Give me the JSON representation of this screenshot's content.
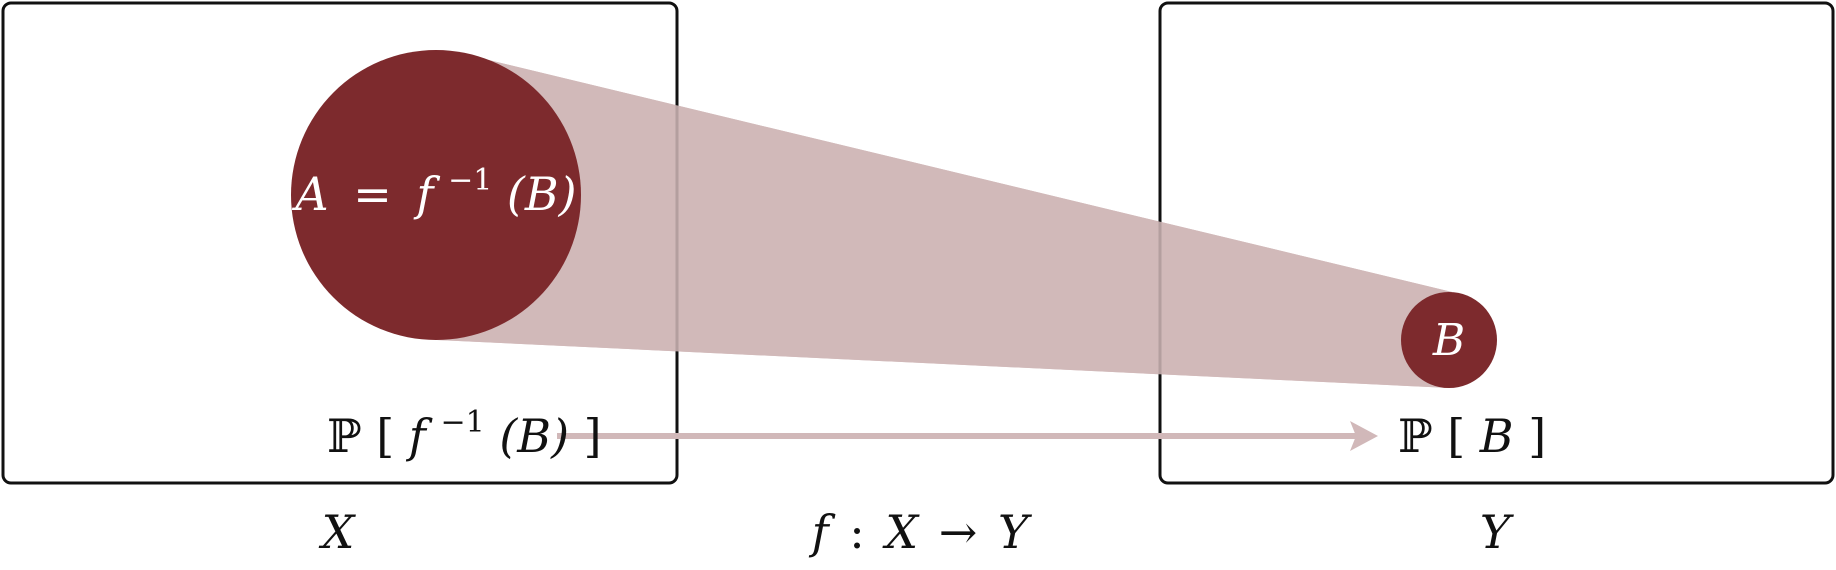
{
  "colors": {
    "dark_red": "#7d2a2d",
    "light_red": "#d1b8b9",
    "frame": "#111111",
    "background": "#ffffff",
    "text": "#111111"
  },
  "left_box": {
    "set_A": {
      "lhs": "A",
      "eq": "=",
      "f": "f",
      "exp": "−1",
      "arg": "(B)"
    },
    "probability": {
      "P": "ℙ",
      "open": "[",
      "f": "f",
      "exp": "−1",
      "arg": "(B)",
      "close": "]"
    },
    "caption": "X"
  },
  "right_box": {
    "set_B": "B",
    "probability": {
      "P": "ℙ",
      "open": "[",
      "B": "B",
      "close": "]"
    },
    "caption": "Y"
  },
  "map_caption": {
    "f": "f",
    "colon": ":",
    "X": "X",
    "arrow": "→",
    "Y": "Y"
  }
}
